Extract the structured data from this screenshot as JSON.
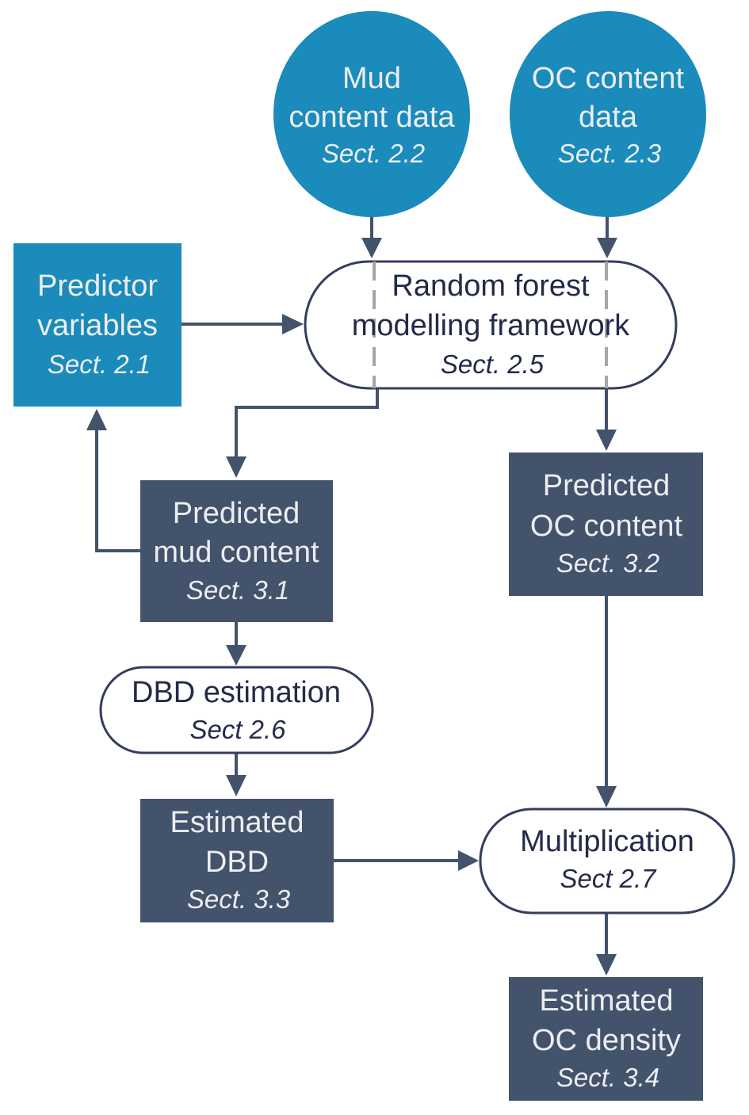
{
  "colors": {
    "input_node": "#1a8bba",
    "output_node": "#42536b",
    "process_border": "#343d5e",
    "edge": "#42536b",
    "dashed_guide": "#a6a6a6"
  },
  "nodes": {
    "mud_data": {
      "lines": [
        "Mud",
        "content data"
      ],
      "section": "Sect. 2.2",
      "shape": "circle"
    },
    "oc_data": {
      "lines": [
        "OC content",
        "data"
      ],
      "section": "Sect. 2.3",
      "shape": "circle"
    },
    "predictor": {
      "lines": [
        "Predictor",
        "variables"
      ],
      "section": "Sect. 2.1",
      "shape": "rect"
    },
    "random_forest": {
      "lines": [
        "Random forest",
        "modelling framework"
      ],
      "section": "Sect. 2.5",
      "shape": "pill"
    },
    "pred_mud": {
      "lines": [
        "Predicted",
        "mud content"
      ],
      "section": "Sect. 3.1",
      "shape": "rect"
    },
    "pred_oc": {
      "lines": [
        "Predicted",
        "OC content"
      ],
      "section": "Sect. 3.2",
      "shape": "rect"
    },
    "dbd_est": {
      "lines": [
        "DBD estimation"
      ],
      "section": "Sect 2.6",
      "shape": "pill"
    },
    "est_dbd": {
      "lines": [
        "Estimated",
        "DBD"
      ],
      "section": "Sect. 3.3",
      "shape": "rect"
    },
    "multiplication": {
      "lines": [
        "Multiplication"
      ],
      "section": "Sect 2.7",
      "shape": "pill"
    },
    "est_oc_density": {
      "lines": [
        "Estimated",
        "OC density"
      ],
      "section": "Sect. 3.4",
      "shape": "rect"
    }
  },
  "edges": [
    {
      "from": "mud_data",
      "to": "random_forest"
    },
    {
      "from": "oc_data",
      "to": "random_forest"
    },
    {
      "from": "predictor",
      "to": "random_forest"
    },
    {
      "from": "random_forest",
      "to": "pred_mud"
    },
    {
      "from": "random_forest",
      "to": "pred_oc"
    },
    {
      "from": "pred_mud",
      "to": "predictor"
    },
    {
      "from": "pred_mud",
      "to": "dbd_est"
    },
    {
      "from": "dbd_est",
      "to": "est_dbd"
    },
    {
      "from": "est_dbd",
      "to": "multiplication"
    },
    {
      "from": "pred_oc",
      "to": "multiplication"
    },
    {
      "from": "multiplication",
      "to": "est_oc_density"
    }
  ]
}
